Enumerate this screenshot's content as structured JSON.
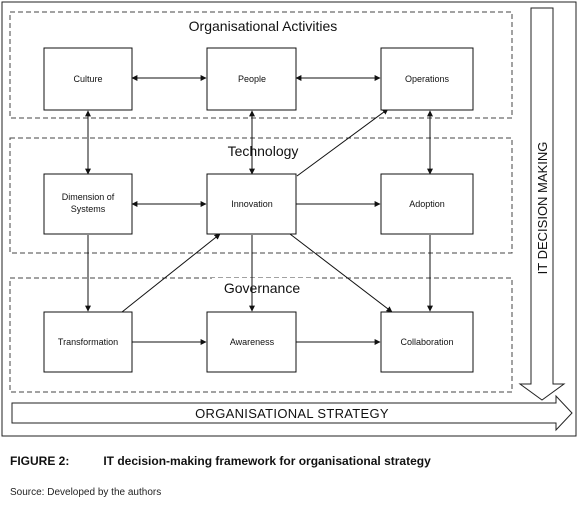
{
  "sections": {
    "organisational_activities": "Organisational Activities",
    "technology": "Technology",
    "governance": "Governance"
  },
  "nodes": {
    "culture": "Culture",
    "people": "People",
    "operations": "Operations",
    "dimension_of_systems_line1": "Dimension of",
    "dimension_of_systems_line2": "Systems",
    "innovation": "Innovation",
    "adoption": "Adoption",
    "transformation": "Transformation",
    "awareness": "Awareness",
    "collaboration": "Collaboration"
  },
  "arrows": {
    "it_decision_making": "IT DECISION MAKING",
    "organisational_strategy": "ORGANISATIONAL STRATEGY"
  },
  "caption": {
    "figure_number": "FIGURE 2:",
    "title": "IT decision-making framework for organisational strategy"
  },
  "source": "Source: Developed by the authors"
}
